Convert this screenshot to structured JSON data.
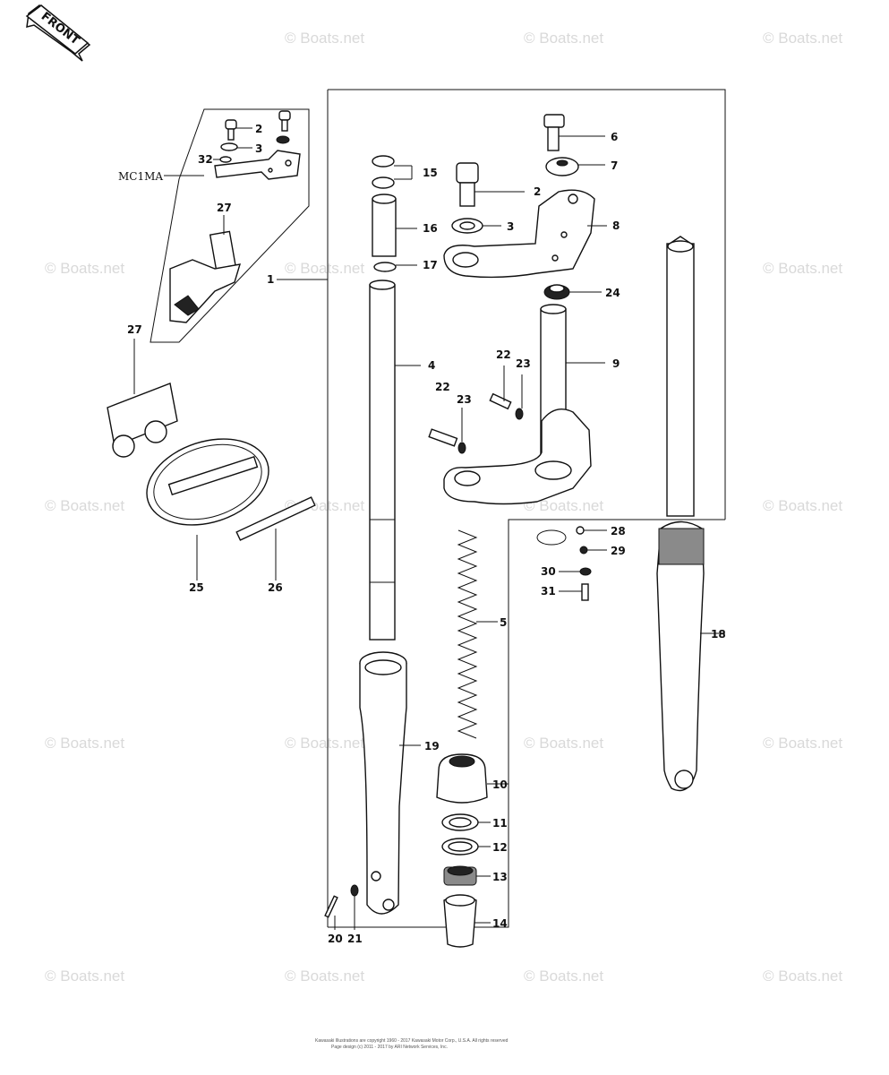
{
  "front_label": "FRONT",
  "model_label": "MC1MA",
  "watermark_text": "© Boats.net",
  "footer": {
    "line1": "Kawasaki Illustrations are copyright 1960 - 2017 Kawasaki Motor Corp., U.S.A. All rights reserved",
    "line2": "Page design (c) 2011 - 2017 by ARI Network Services, Inc."
  },
  "callouts": {
    "p1": "1",
    "p2a": "2",
    "p3a": "3",
    "p32": "32",
    "p27a": "27",
    "p15": "15",
    "p16": "16",
    "p17": "17",
    "p2b": "2",
    "p3b": "3",
    "p6": "6",
    "p7": "7",
    "p8": "8",
    "p24": "24",
    "p9": "9",
    "p4": "4",
    "p22a": "22",
    "p23a": "23",
    "p22b": "22",
    "p23b": "23",
    "p27b": "27",
    "p25": "25",
    "p26": "26",
    "p5": "5",
    "p28": "28",
    "p29": "29",
    "p30": "30",
    "p31": "31",
    "p18": "18",
    "p19": "19",
    "p10": "10",
    "p11": "11",
    "p12": "12",
    "p13": "13",
    "p14": "14",
    "p20": "20",
    "p21": "21"
  },
  "colors": {
    "line": "#111111",
    "watermark": "#d9d9d9",
    "background": "#ffffff"
  }
}
